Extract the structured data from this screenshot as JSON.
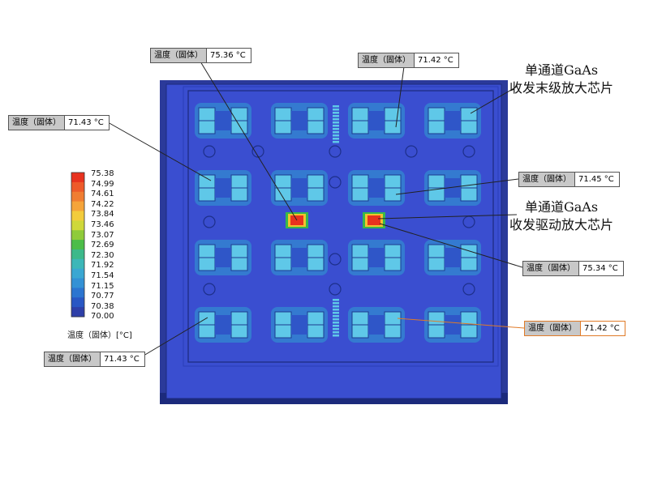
{
  "colors": {
    "board_dark": "#2b3a9a",
    "board": "#3a4ed0",
    "board_edge": "#1c2a7c",
    "module_light": "#5fc8e8",
    "module_mid": "#2f9fd0",
    "hot": "#e8321e",
    "hot_ring": "#f2c12e",
    "hot_ring2": "#38b84a"
  },
  "legend": {
    "ticks": [
      "75.38",
      "74.99",
      "74.61",
      "74.22",
      "73.84",
      "73.46",
      "73.07",
      "72.69",
      "72.30",
      "71.92",
      "71.54",
      "71.15",
      "70.77",
      "70.38",
      "70.00"
    ],
    "colors": [
      "#e8321e",
      "#ee5a2a",
      "#f07d32",
      "#f5a43a",
      "#f3cc3c",
      "#cfd83a",
      "#8fcb3a",
      "#4cbd48",
      "#3cb98a",
      "#3cb7b8",
      "#3aa7d2",
      "#3391d5",
      "#2c75d0",
      "#2957c4",
      "#2e3fa8"
    ],
    "title": "温度（固体）[°C]"
  },
  "probes": [
    {
      "label": "温度（固体）",
      "value": "75.36 °C"
    },
    {
      "label": "温度（固体）",
      "value": "71.42 °C"
    },
    {
      "label": "温度（固体）",
      "value": "71.43 °C"
    },
    {
      "label": "温度（固体）",
      "value": "71.45 °C"
    },
    {
      "label": "温度（固体）",
      "value": "75.34 °C"
    },
    {
      "label": "温度（固体）",
      "value": "71.42 °C"
    },
    {
      "label": "温度（固体）",
      "value": "71.43 °C"
    }
  ],
  "annotations": {
    "final_amp": {
      "line1": "单通道GaAs",
      "line2": "收发末级放大芯片"
    },
    "driver_amp": {
      "line1": "单通道GaAs",
      "line2": "收发驱动放大芯片"
    }
  }
}
